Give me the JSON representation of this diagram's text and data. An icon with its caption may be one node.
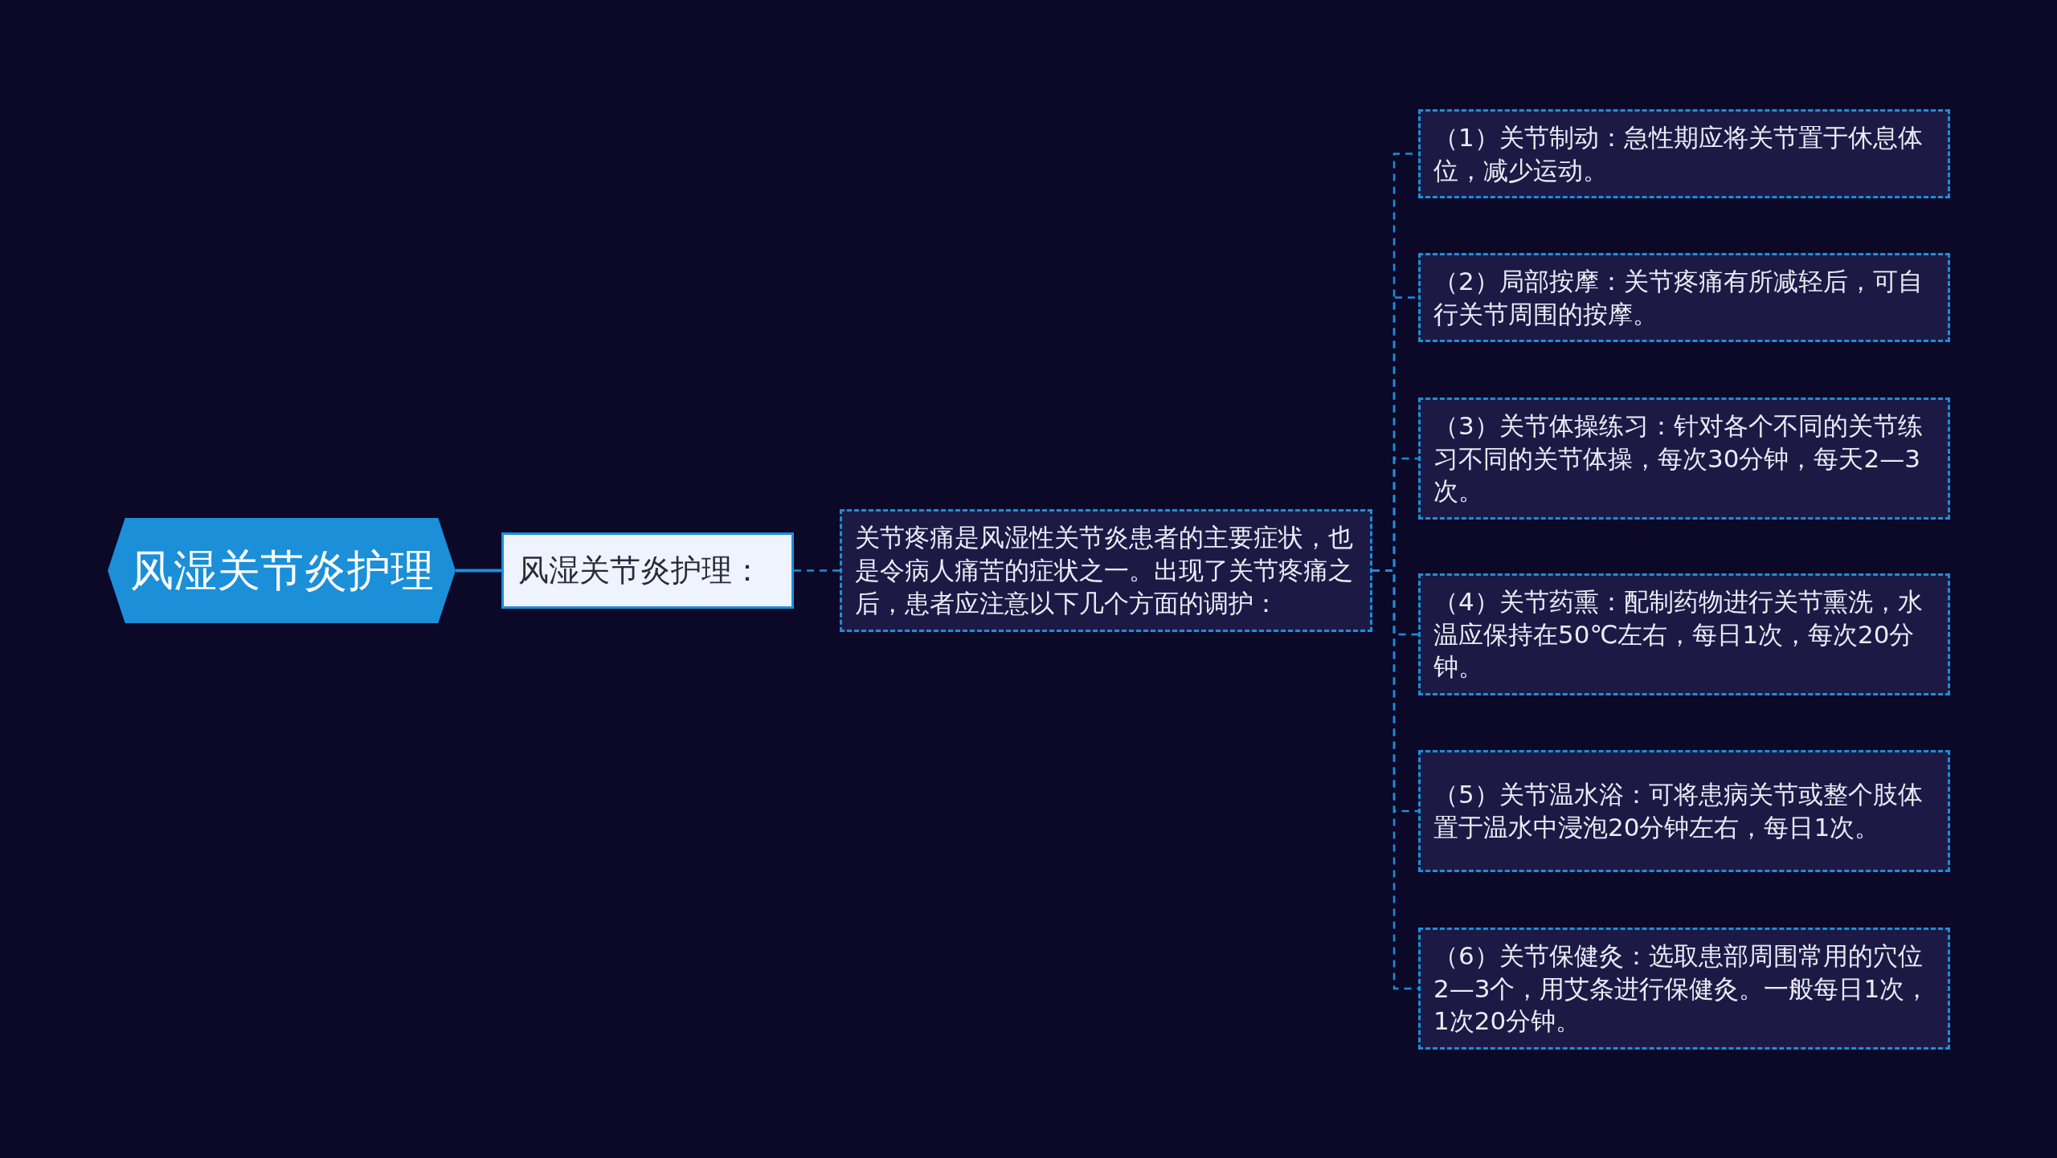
{
  "diagram": {
    "nodes": [
      {
        "text": [
          "风湿关节炎护理"
        ]
      },
      {
        "text": [
          "风湿关节炎护理："
        ]
      },
      {
        "text": [
          "关节疼痛是风湿性关节炎患者的主要症状，也是令病人痛苦的症状之一。出现了关节疼痛之后，患者应注意以下几个方面的调护："
        ]
      },
      {
        "text": [
          "（1）关节制动：急性期应将关节置于休息体位，减少运动。"
        ]
      },
      {
        "text": [
          "（2）局部按摩：关节疼痛有所减轻后，可自行关节周围的按摩。"
        ]
      },
      {
        "text": [
          "（3）关节体操练习：针对各个不同的关节练习不同的关节体操，每次30分钟，每天2—3次。"
        ]
      },
      {
        "text": [
          "（4）关节药熏：配制药物进行关节熏洗，水温应保持在50℃左右，每日1次，每次20分钟。"
        ]
      },
      {
        "text": [
          "（5）关节温水浴：可将患病关节或整个肢体置于温水中浸泡20分钟左右，每日1次。"
        ]
      },
      {
        "text": [
          "（6）关节保健灸：选取患部周围常用的穴位2—3个，用艾条进行保健灸。一般每日1次，1次20分钟。"
        ]
      }
    ],
    "edges": [
      {
        "from": 0,
        "to": 1,
        "arrow": "none"
      },
      {
        "from": 1,
        "to": 2,
        "arrow": "none",
        "style": "dashed"
      },
      {
        "from": 2,
        "to": 3,
        "arrow": "none",
        "style": "dashed"
      },
      {
        "from": 2,
        "to": 4,
        "arrow": "none",
        "style": "dashed"
      },
      {
        "from": 2,
        "to": 5,
        "arrow": "none",
        "style": "dashed"
      },
      {
        "from": 2,
        "to": 6,
        "arrow": "none",
        "style": "dashed"
      },
      {
        "from": 2,
        "to": 7,
        "arrow": "none",
        "style": "dashed"
      },
      {
        "from": 2,
        "to": 8,
        "arrow": "none",
        "style": "dashed"
      }
    ]
  }
}
